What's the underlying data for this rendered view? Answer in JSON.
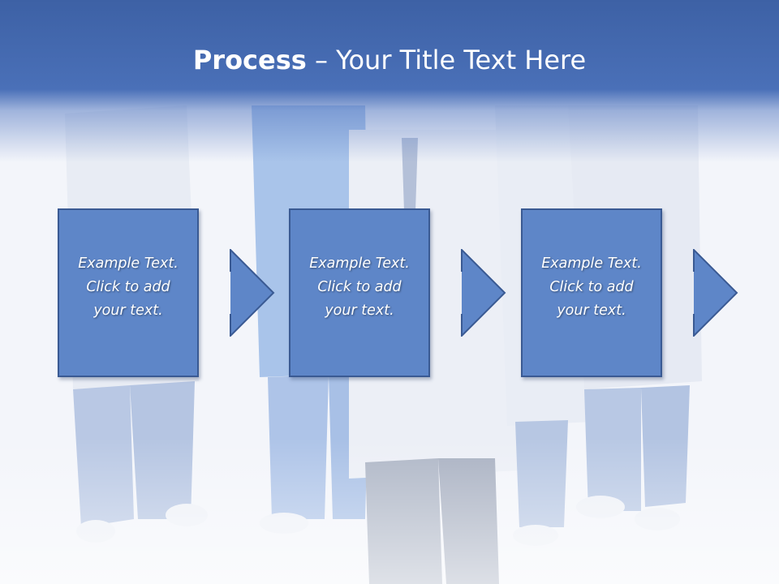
{
  "slide": {
    "title_bold": "Process",
    "title_rest": " – Your Title Text Here"
  },
  "steps": [
    {
      "line1": "Example Text.",
      "line2": "Click  to add",
      "line3": "your text."
    },
    {
      "line1": "Example Text.",
      "line2": "Click  to add",
      "line3": "your text."
    },
    {
      "line1": "Example Text.",
      "line2": "Click  to add",
      "line3": "your text."
    }
  ],
  "colors": {
    "header": "#4a70b8",
    "box_fill": "#5e86c8",
    "box_border": "#3a5a93",
    "arrow_fill": "#5e86c8"
  },
  "background": {
    "description_icon": "medical-team-photo"
  }
}
